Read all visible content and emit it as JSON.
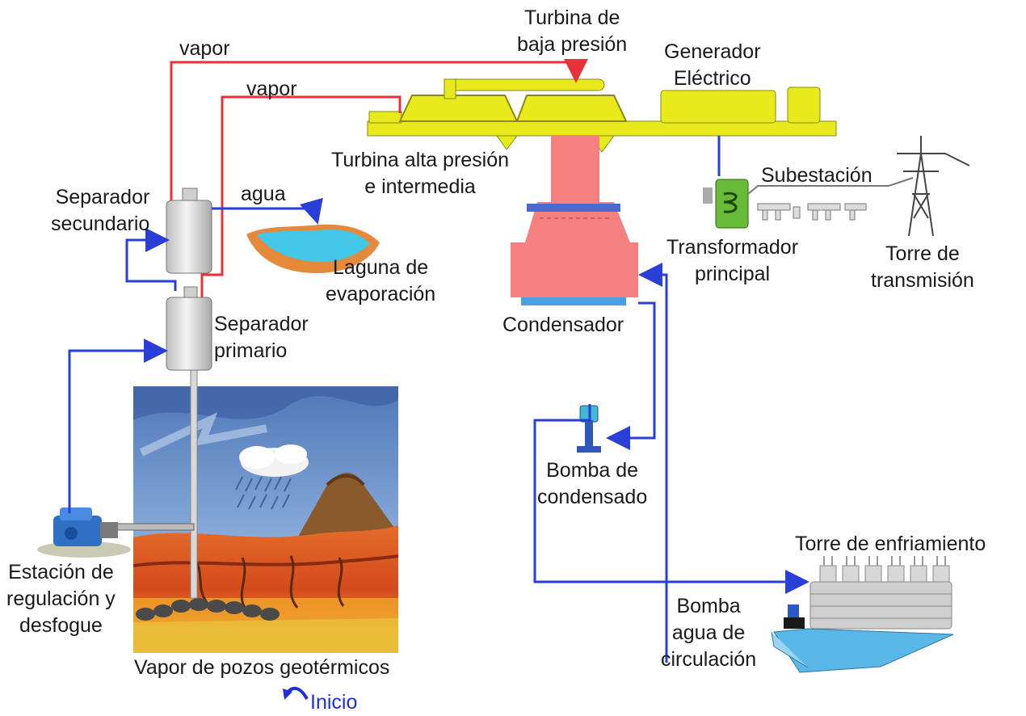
{
  "colors": {
    "steam": "#e8323a",
    "water": "#2a3ed8",
    "turbine": "#e9ea1c",
    "condenser": "#f48080",
    "lagoon": "#43c7e8",
    "earth": "#e0702c"
  },
  "labels": {
    "vapor_top": "vapor",
    "vapor_mid": "vapor",
    "turbina_baja": [
      "Turbina de",
      "baja presión"
    ],
    "generador": [
      "Generador",
      "Eléctrico"
    ],
    "turbina_alta": [
      "Turbina alta presión",
      "e intermedia"
    ],
    "subestacion": "Subestación",
    "separador_secundario": [
      "Separador",
      "secundario"
    ],
    "agua": "agua",
    "laguna": [
      "Laguna de",
      "evaporación"
    ],
    "transformador": [
      "Transformador",
      "principal"
    ],
    "torre_transmision": [
      "Torre de",
      "transmisión"
    ],
    "separador_primario": [
      "Separador",
      "primario"
    ],
    "condensador": "Condensador",
    "bomba_condensado": [
      "Bomba de",
      "condensado"
    ],
    "torre_enfriamiento": "Torre de enfriamiento",
    "estacion": [
      "Estación de",
      "regulación y",
      "desfogue"
    ],
    "bomba_circulacion": [
      "Bomba",
      "agua de",
      "circulación"
    ],
    "vapor_pozos": "Vapor de pozos geotérmicos",
    "inicio": "Inicio"
  },
  "icons": {
    "inicio_arrow": "curved-back-arrow-icon"
  }
}
